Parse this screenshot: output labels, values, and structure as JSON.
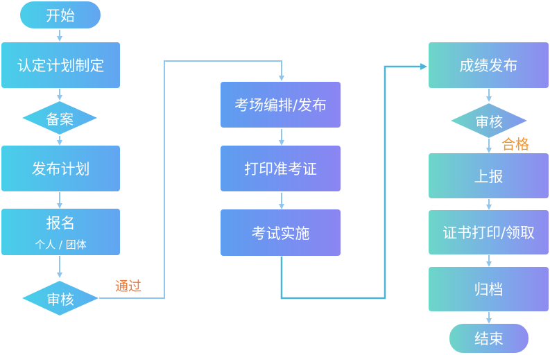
{
  "colors": {
    "connector": "#8fc6ee",
    "connector_dark": "#4ab4d8",
    "pass_label": "#f07a3c",
    "qualified_label": "#f3952a"
  },
  "column1": {
    "start": "开始",
    "plan_making": "认定计划制定",
    "filing": "备案",
    "publish_plan": "发布计划",
    "signup": "报名",
    "signup_sub": "个人 / 团体",
    "review": "审核",
    "pass_label": "通过"
  },
  "column2": {
    "exam_arrange": "考场编排/发布",
    "print_ticket": "打印准考证",
    "exam_conduct": "考试实施"
  },
  "column3": {
    "score_publish": "成绩发布",
    "review": "审核",
    "qualified_label": "合格",
    "report": "上报",
    "cert_print": "证书打印/领取",
    "archive": "归档",
    "end": "结束"
  }
}
